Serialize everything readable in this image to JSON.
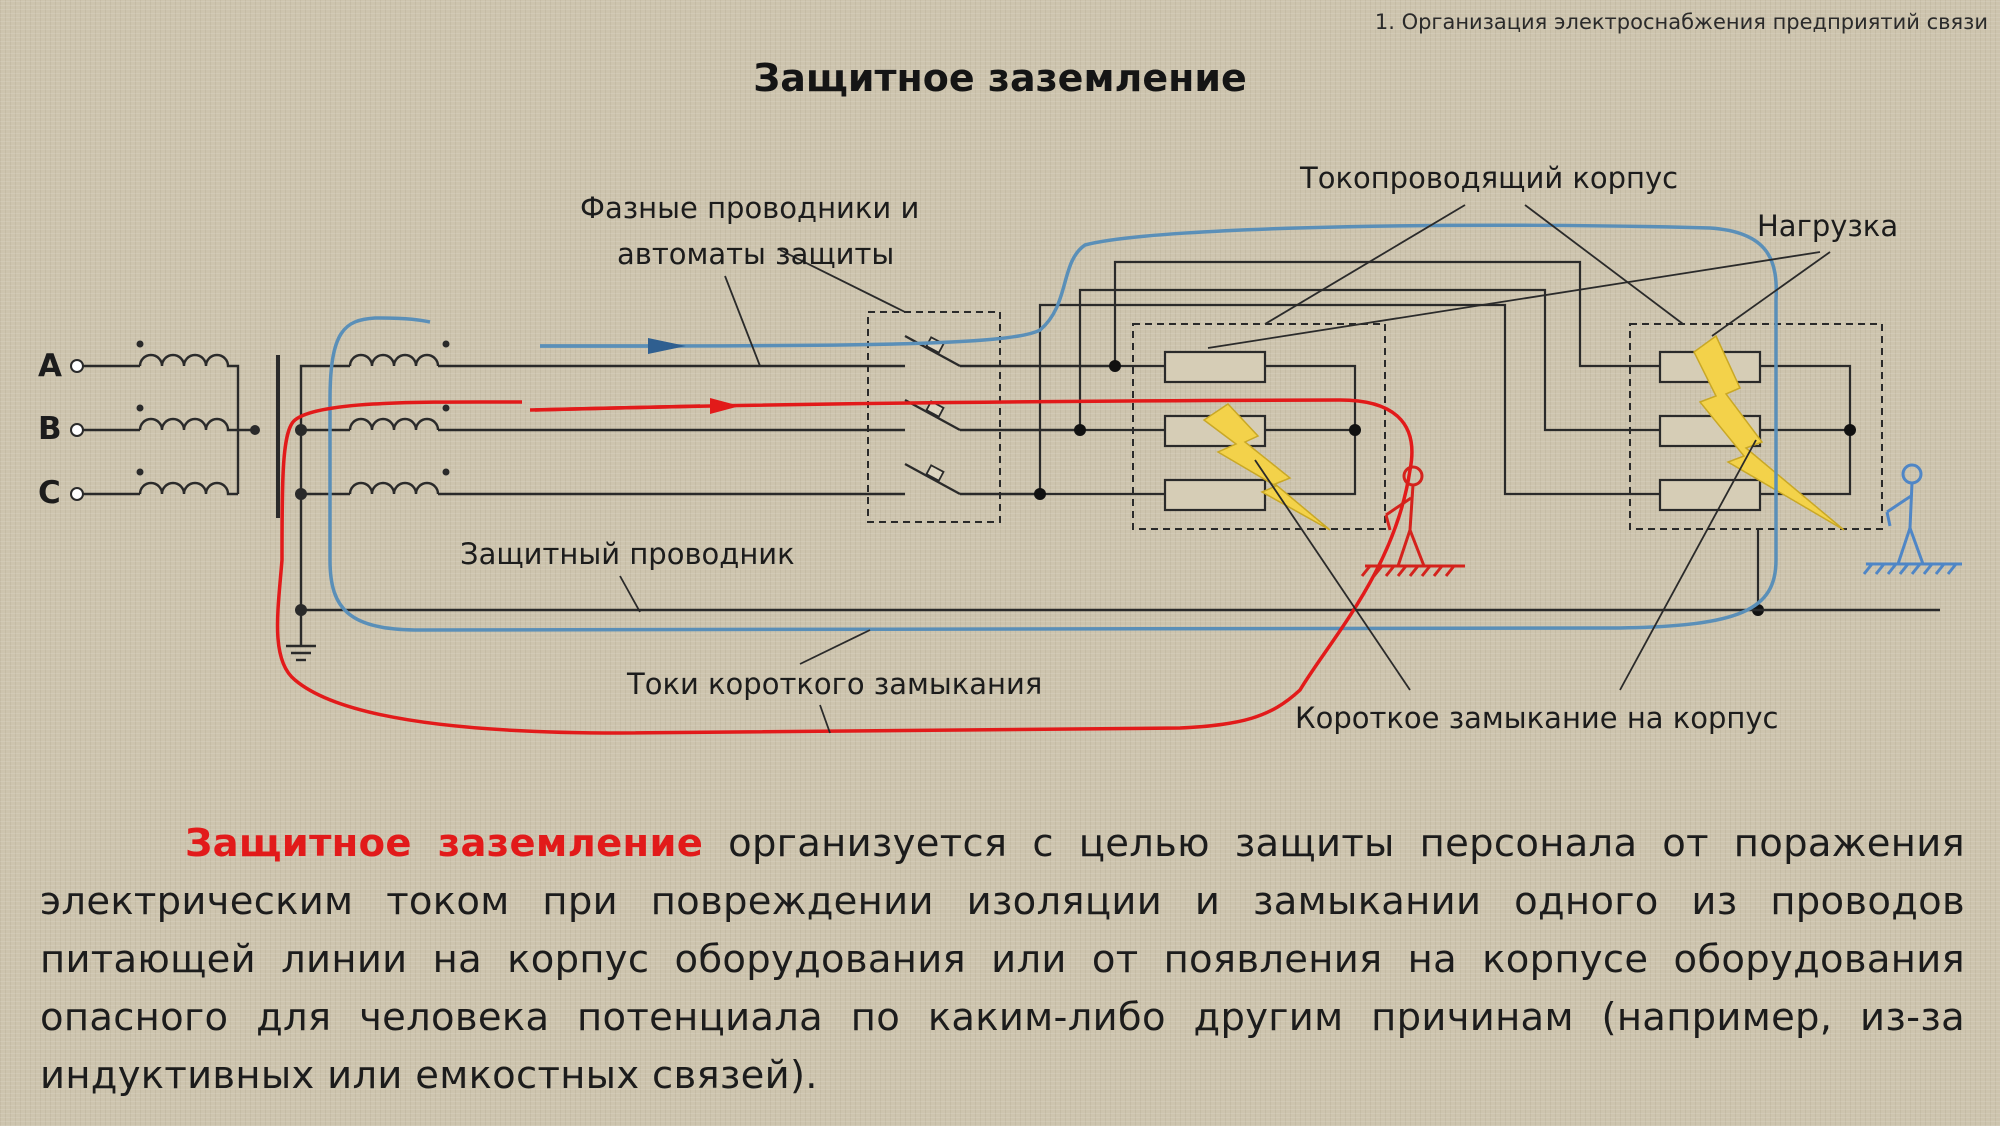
{
  "header": {
    "caption": "1. Организация электроснабжения предприятий связи",
    "title": "Защитное заземление"
  },
  "diagram": {
    "phase_labels": [
      "A",
      "B",
      "C"
    ],
    "labels": {
      "phase_conductors_line1": "Фазные проводники и",
      "phase_conductors_line2": "автоматы защиты",
      "conductive_case": "Токопроводящий корпус",
      "load": "Нагрузка",
      "protective_conductor": "Защитный проводник",
      "short_circuit_currents": "Токи короткого замыкания",
      "short_to_case": "Короткое замыкание на корпус"
    },
    "colors": {
      "fault_current": "#e21a1a",
      "return_path": "#5a8fb8",
      "wire": "#2a2a2a",
      "lightning": "#f3d24a",
      "person_grounded": "#d4221c",
      "person_safe": "#4f86c6"
    }
  },
  "body": {
    "highlight": "Защитное заземление",
    "text": "организуется с целью защиты персонала от поражения электрическим током при повреждении изоляции и замыкании одного из проводов питающей линии на корпус оборудования или от появления на корпусе оборудования опасного для человека потенциала по каким-либо другим причинам (например, из-за индуктивных или емкостных связей)."
  }
}
